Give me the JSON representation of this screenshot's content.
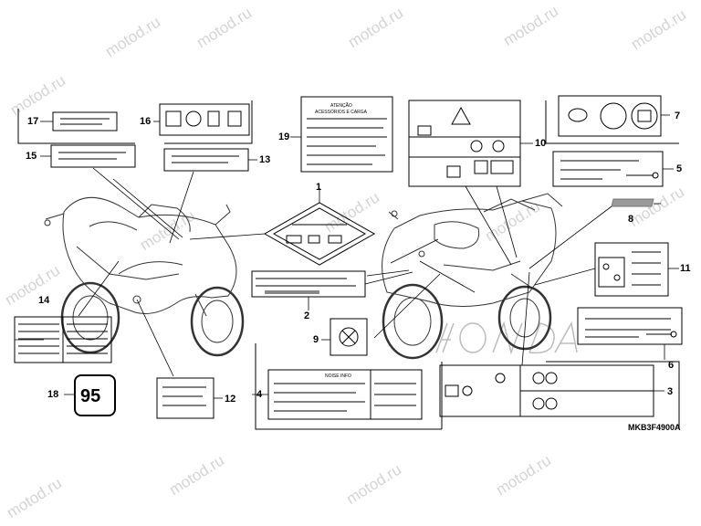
{
  "diagram": {
    "watermark": "motod.ru",
    "drawing_code": "MKB3F4900A",
    "callouts": [
      "1",
      "2",
      "3",
      "4",
      "5",
      "6",
      "7",
      "8",
      "9",
      "10",
      "11",
      "12",
      "13",
      "14",
      "15",
      "16",
      "17",
      "18",
      "19"
    ],
    "label_texts": {
      "plate_95": "95",
      "warning_title": "ATENÇÃO",
      "warning_subtitle": "ACESSÓRIOS E CARGA",
      "info_header": "NOISE INFO"
    }
  }
}
